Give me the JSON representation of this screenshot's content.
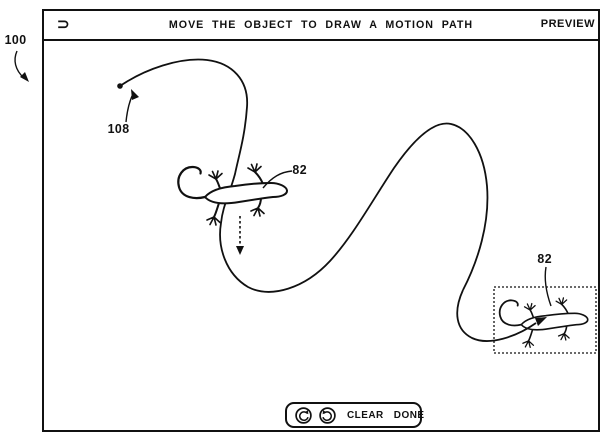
{
  "window": {
    "titlebar": {
      "back_glyph": "⊃",
      "title": "MOVE THE OBJECT TO DRAW A MOTION PATH",
      "preview": "PREVIEW"
    },
    "toolbar": {
      "undo_icon": "undo-circular-arrow",
      "redo_icon": "redo-circular-arrow",
      "clear": "CLEAR",
      "done": "DONE"
    }
  },
  "annotations": {
    "figure_ref": "100",
    "path_start_ref": "108",
    "object_ref": "82",
    "object_target_ref": "82"
  },
  "colors": {
    "ink": "#111111",
    "background": "#ffffff"
  }
}
